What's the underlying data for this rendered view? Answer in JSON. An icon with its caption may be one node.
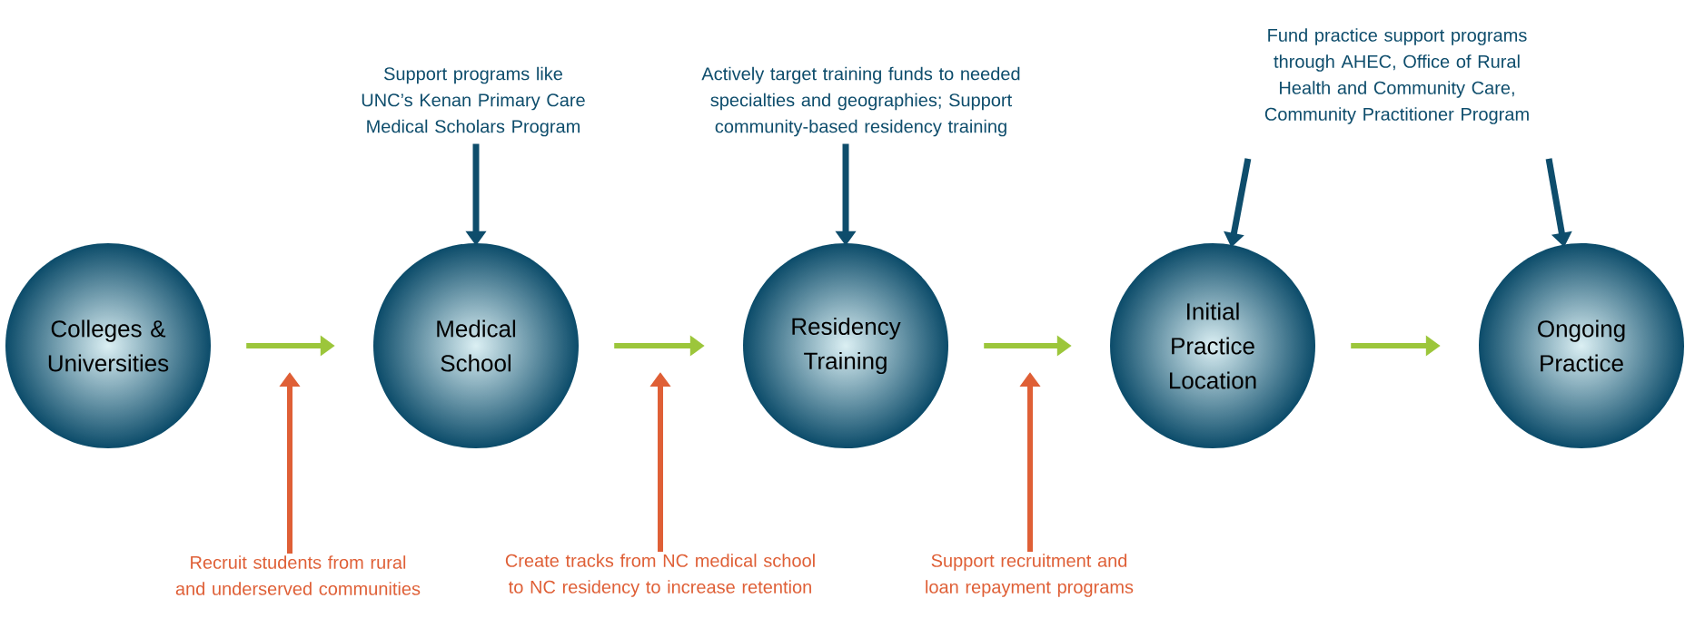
{
  "diagram": {
    "nodes": [
      {
        "text": [
          "Colleges & Universities"
        ]
      },
      {
        "text": [
          "Medical School"
        ]
      },
      {
        "text": [
          "Residency Training"
        ]
      },
      {
        "text": [
          "Initial Practice Location"
        ]
      },
      {
        "text": [
          "Ongoing Practice"
        ]
      },
      {
        "text": [
          "Support programs like UNC’s Kenan Primary Care Medical Scholars Program"
        ]
      },
      {
        "text": [
          "Actively target training funds to needed specialties and geographies; Support community-based residency training"
        ]
      },
      {
        "text": [
          "Fund practice support programs through AHEC, Office of Rural Health and Community Care, Community Practitioner Program"
        ]
      },
      {
        "text": [
          "Recruit students from rural and underserved communities"
        ]
      },
      {
        "text": [
          "Create tracks from NC medical school to NC residency to increase retention"
        ]
      },
      {
        "text": [
          "Support recruitment and loan repayment programs"
        ]
      }
    ],
    "edges": [
      {
        "from": 0,
        "to": 1,
        "arrow": "to",
        "color": "#9cc63b"
      },
      {
        "from": 1,
        "to": 2,
        "arrow": "to",
        "color": "#9cc63b"
      },
      {
        "from": 2,
        "to": 3,
        "arrow": "to",
        "color": "#9cc63b"
      },
      {
        "from": 3,
        "to": 4,
        "arrow": "to",
        "color": "#9cc63b"
      },
      {
        "from": 5,
        "to": 1,
        "arrow": "to",
        "color": "#0e4d6c"
      },
      {
        "from": 6,
        "to": 2,
        "arrow": "to",
        "color": "#0e4d6c"
      },
      {
        "from": 7,
        "to": 3,
        "arrow": "to",
        "color": "#0e4d6c"
      },
      {
        "from": 7,
        "to": 4,
        "arrow": "to",
        "color": "#0e4d6c"
      },
      {
        "from": 8,
        "to": null,
        "arrow": "to",
        "color": "#df5f36"
      },
      {
        "from": 9,
        "to": null,
        "arrow": "to",
        "color": "#df5f36"
      },
      {
        "from": 10,
        "to": null,
        "arrow": "to",
        "color": "#df5f36"
      }
    ]
  }
}
